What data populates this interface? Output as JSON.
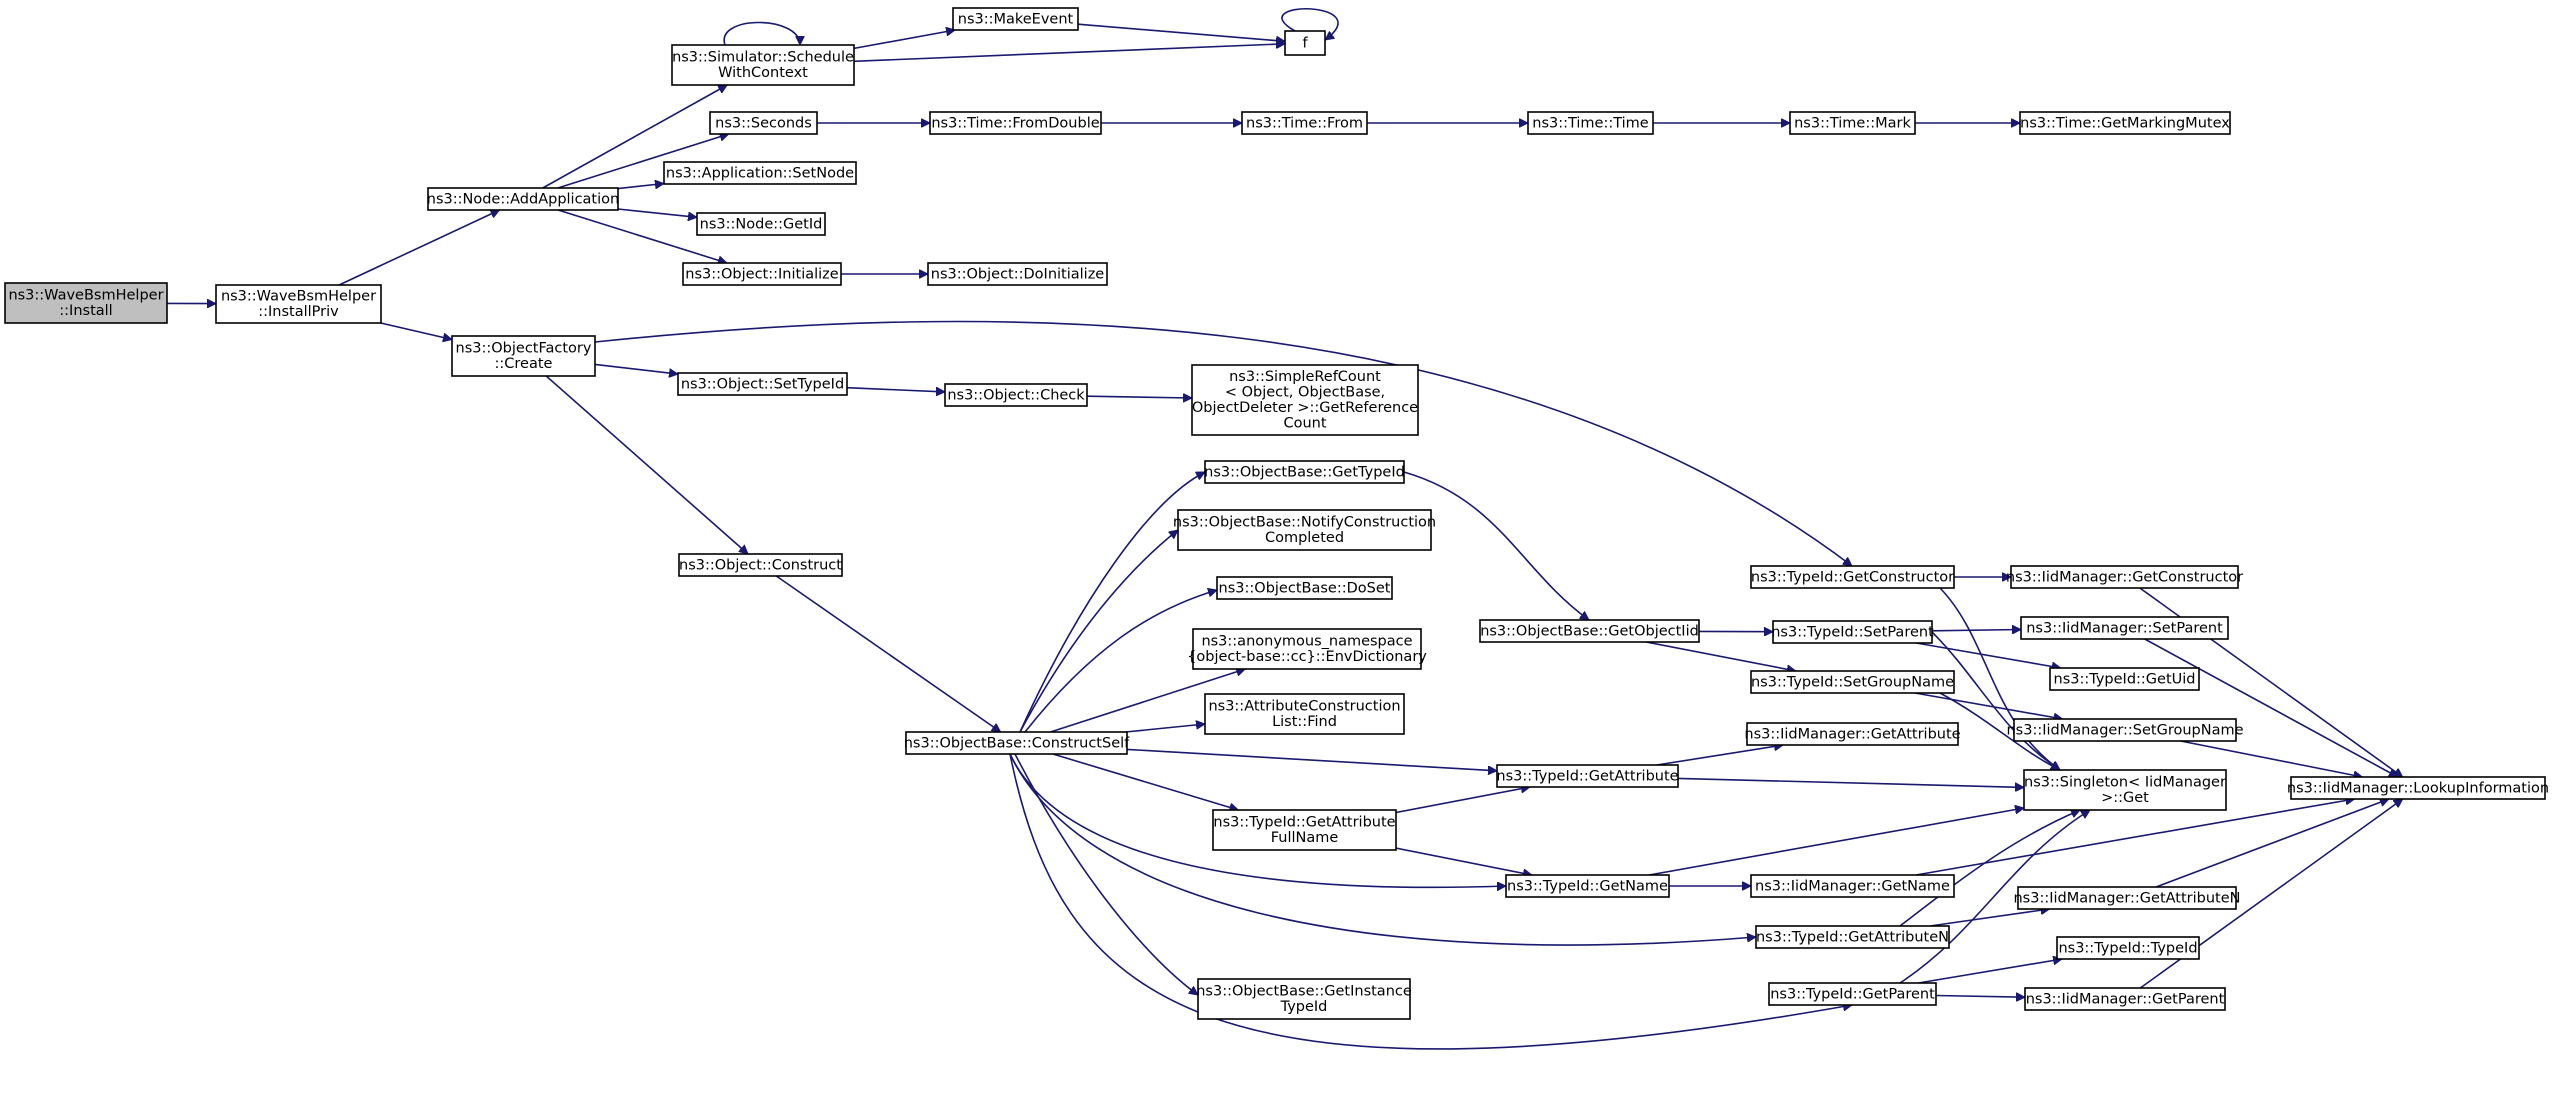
{
  "colors": {
    "edge": "#191970",
    "node_border": "#000000",
    "root_fill": "#bfbfbf",
    "background": "#ffffff"
  },
  "nodes": [
    {
      "id": "install",
      "lines": [
        "ns3::WaveBsmHelper",
        "::Install"
      ],
      "root": true
    },
    {
      "id": "installpriv",
      "lines": [
        "ns3::WaveBsmHelper",
        "::InstallPriv"
      ]
    },
    {
      "id": "addapp",
      "lines": [
        "ns3::Node::AddApplication"
      ]
    },
    {
      "id": "ofcreate",
      "lines": [
        "ns3::ObjectFactory",
        "::Create"
      ]
    },
    {
      "id": "schedwc",
      "lines": [
        "ns3::Simulator::Schedule",
        "WithContext"
      ]
    },
    {
      "id": "seconds",
      "lines": [
        "ns3::Seconds"
      ]
    },
    {
      "id": "appsetnode",
      "lines": [
        "ns3::Application::SetNode"
      ]
    },
    {
      "id": "nodegetid",
      "lines": [
        "ns3::Node::GetId"
      ]
    },
    {
      "id": "objinit",
      "lines": [
        "ns3::Object::Initialize"
      ]
    },
    {
      "id": "makeevent",
      "lines": [
        "ns3::MakeEvent"
      ]
    },
    {
      "id": "f",
      "lines": [
        "f"
      ]
    },
    {
      "id": "fromdouble",
      "lines": [
        "ns3::Time::FromDouble"
      ]
    },
    {
      "id": "timefrom",
      "lines": [
        "ns3::Time::From"
      ]
    },
    {
      "id": "timetime",
      "lines": [
        "ns3::Time::Time"
      ]
    },
    {
      "id": "timemark",
      "lines": [
        "ns3::Time::Mark"
      ]
    },
    {
      "id": "getmarkingmutex",
      "lines": [
        "ns3::Time::GetMarkingMutex"
      ]
    },
    {
      "id": "doinit",
      "lines": [
        "ns3::Object::DoInitialize"
      ]
    },
    {
      "id": "objsettypeid",
      "lines": [
        "ns3::Object::SetTypeId"
      ]
    },
    {
      "id": "objcheck",
      "lines": [
        "ns3::Object::Check"
      ]
    },
    {
      "id": "simplerefcount",
      "lines": [
        "ns3::SimpleRefCount",
        "< Object, ObjectBase,",
        "ObjectDeleter >::GetReference",
        "Count"
      ]
    },
    {
      "id": "objconstruct",
      "lines": [
        "ns3::Object::Construct"
      ]
    },
    {
      "id": "constructself",
      "lines": [
        "ns3::ObjectBase::ConstructSelf"
      ]
    },
    {
      "id": "obgettypeid",
      "lines": [
        "ns3::ObjectBase::GetTypeId"
      ]
    },
    {
      "id": "notifyconstruction",
      "lines": [
        "ns3::ObjectBase::NotifyConstruction",
        "Completed"
      ]
    },
    {
      "id": "doset",
      "lines": [
        "ns3::ObjectBase::DoSet"
      ]
    },
    {
      "id": "envdictionary",
      "lines": [
        "ns3::anonymous_namespace",
        "{object-base::cc}::EnvDictionary"
      ]
    },
    {
      "id": "attrconstrfind",
      "lines": [
        "ns3::AttributeConstruction",
        "List::Find"
      ]
    },
    {
      "id": "getattrfullname",
      "lines": [
        "ns3::TypeId::GetAttribute",
        "FullName"
      ]
    },
    {
      "id": "getinstancetypeid",
      "lines": [
        "ns3::ObjectBase::GetInstance",
        "TypeId"
      ]
    },
    {
      "id": "getobjectiid",
      "lines": [
        "ns3::ObjectBase::GetObjectIid"
      ]
    },
    {
      "id": "tidgetattribute",
      "lines": [
        "ns3::TypeId::GetAttribute"
      ]
    },
    {
      "id": "tidgetname",
      "lines": [
        "ns3::TypeId::GetName"
      ]
    },
    {
      "id": "tidgetconstructor",
      "lines": [
        "ns3::TypeId::GetConstructor"
      ]
    },
    {
      "id": "tidsetparent",
      "lines": [
        "ns3::TypeId::SetParent"
      ]
    },
    {
      "id": "tidsetgroupname",
      "lines": [
        "ns3::TypeId::SetGroupName"
      ]
    },
    {
      "id": "tidgetattributen",
      "lines": [
        "ns3::TypeId::GetAttributeN"
      ]
    },
    {
      "id": "tidgetparent",
      "lines": [
        "ns3::TypeId::GetParent"
      ]
    },
    {
      "id": "iidgetattribute",
      "lines": [
        "ns3::IidManager::GetAttribute"
      ]
    },
    {
      "id": "iidgetname",
      "lines": [
        "ns3::IidManager::GetName"
      ]
    },
    {
      "id": "iidgetconstructor",
      "lines": [
        "ns3::IidManager::GetConstructor"
      ]
    },
    {
      "id": "iidsetparent",
      "lines": [
        "ns3::IidManager::SetParent"
      ]
    },
    {
      "id": "tidgetuid",
      "lines": [
        "ns3::TypeId::GetUid"
      ]
    },
    {
      "id": "iidsetgroupname",
      "lines": [
        "ns3::IidManager::SetGroupName"
      ]
    },
    {
      "id": "singletonget",
      "lines": [
        "ns3::Singleton< IidManager",
        ">::Get"
      ]
    },
    {
      "id": "iidgetattributen",
      "lines": [
        "ns3::IidManager::GetAttributeN"
      ]
    },
    {
      "id": "tidtypeid",
      "lines": [
        "ns3::TypeId::TypeId"
      ]
    },
    {
      "id": "iidgetparent",
      "lines": [
        "ns3::IidManager::GetParent"
      ]
    },
    {
      "id": "lookupinformation",
      "lines": [
        "ns3::IidManager::LookupInformation"
      ]
    }
  ],
  "edges": [
    [
      "install",
      "installpriv"
    ],
    [
      "installpriv",
      "addapp"
    ],
    [
      "installpriv",
      "ofcreate"
    ],
    [
      "addapp",
      "schedwc"
    ],
    [
      "addapp",
      "seconds"
    ],
    [
      "addapp",
      "appsetnode"
    ],
    [
      "addapp",
      "nodegetid"
    ],
    [
      "addapp",
      "objinit"
    ],
    [
      "schedwc",
      "schedwc"
    ],
    [
      "schedwc",
      "makeevent"
    ],
    [
      "schedwc",
      "f"
    ],
    [
      "makeevent",
      "f"
    ],
    [
      "f",
      "f"
    ],
    [
      "seconds",
      "fromdouble"
    ],
    [
      "fromdouble",
      "timefrom"
    ],
    [
      "timefrom",
      "timetime"
    ],
    [
      "timetime",
      "timemark"
    ],
    [
      "timemark",
      "getmarkingmutex"
    ],
    [
      "objinit",
      "doinit"
    ],
    [
      "ofcreate",
      "tidgetconstructor"
    ],
    [
      "ofcreate",
      "objsettypeid"
    ],
    [
      "ofcreate",
      "objconstruct"
    ],
    [
      "objsettypeid",
      "objcheck"
    ],
    [
      "objcheck",
      "simplerefcount"
    ],
    [
      "objconstruct",
      "constructself"
    ],
    [
      "constructself",
      "obgettypeid"
    ],
    [
      "constructself",
      "notifyconstruction"
    ],
    [
      "constructself",
      "doset"
    ],
    [
      "constructself",
      "envdictionary"
    ],
    [
      "constructself",
      "attrconstrfind"
    ],
    [
      "constructself",
      "tidgetattribute"
    ],
    [
      "constructself",
      "getattrfullname"
    ],
    [
      "constructself",
      "tidgetname"
    ],
    [
      "constructself",
      "tidgetattributen"
    ],
    [
      "constructself",
      "getinstancetypeid"
    ],
    [
      "constructself",
      "tidgetparent"
    ],
    [
      "obgettypeid",
      "getobjectiid"
    ],
    [
      "getobjectiid",
      "tidsetparent"
    ],
    [
      "getobjectiid",
      "tidsetgroupname"
    ],
    [
      "getattrfullname",
      "tidgetattribute"
    ],
    [
      "getattrfullname",
      "tidgetname"
    ],
    [
      "tidgetattribute",
      "iidgetattribute"
    ],
    [
      "tidgetattribute",
      "singletonget"
    ],
    [
      "tidgetname",
      "iidgetname"
    ],
    [
      "tidgetname",
      "singletonget"
    ],
    [
      "tidgetconstructor",
      "iidgetconstructor"
    ],
    [
      "tidgetconstructor",
      "singletonget"
    ],
    [
      "tidsetparent",
      "iidsetparent"
    ],
    [
      "tidsetparent",
      "tidgetuid"
    ],
    [
      "tidsetparent",
      "singletonget"
    ],
    [
      "tidsetgroupname",
      "iidsetgroupname"
    ],
    [
      "tidsetgroupname",
      "singletonget"
    ],
    [
      "tidgetattributen",
      "iidgetattributen"
    ],
    [
      "tidgetattributen",
      "singletonget"
    ],
    [
      "tidgetparent",
      "tidtypeid"
    ],
    [
      "tidgetparent",
      "iidgetparent"
    ],
    [
      "tidgetparent",
      "singletonget"
    ],
    [
      "iidgetconstructor",
      "lookupinformation"
    ],
    [
      "iidsetparent",
      "lookupinformation"
    ],
    [
      "iidsetgroupname",
      "lookupinformation"
    ],
    [
      "iidgetname",
      "lookupinformation"
    ],
    [
      "iidgetattributen",
      "lookupinformation"
    ],
    [
      "iidgetparent",
      "lookupinformation"
    ]
  ]
}
